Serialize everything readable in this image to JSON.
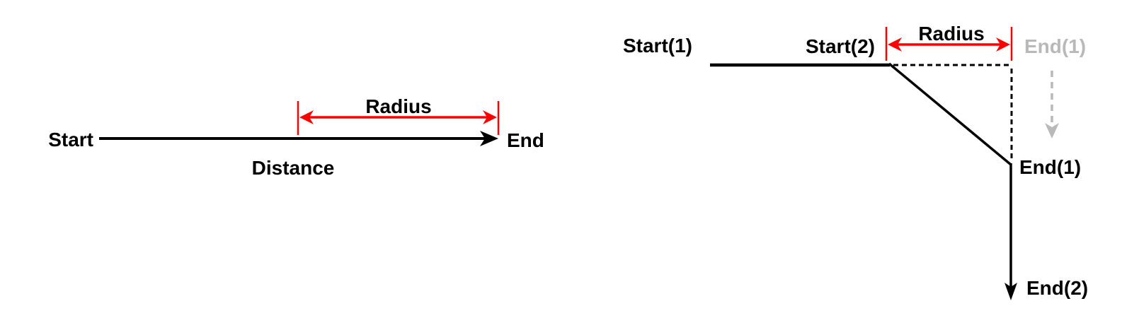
{
  "page": {
    "background": "#ffffff"
  },
  "colors": {
    "black": "#000000",
    "red": "#ff0000",
    "gray": "#b9b9b9"
  },
  "left_diagram": {
    "labels": {
      "start": "Start",
      "end": "End",
      "radius": "Radius",
      "distance": "Distance"
    }
  },
  "right_diagram": {
    "labels": {
      "start1": "Start(1)",
      "start2": "Start(2)",
      "radius": "Radius",
      "end1_ghost": "End(1)",
      "end1": "End(1)",
      "end2": "End(2)"
    }
  }
}
